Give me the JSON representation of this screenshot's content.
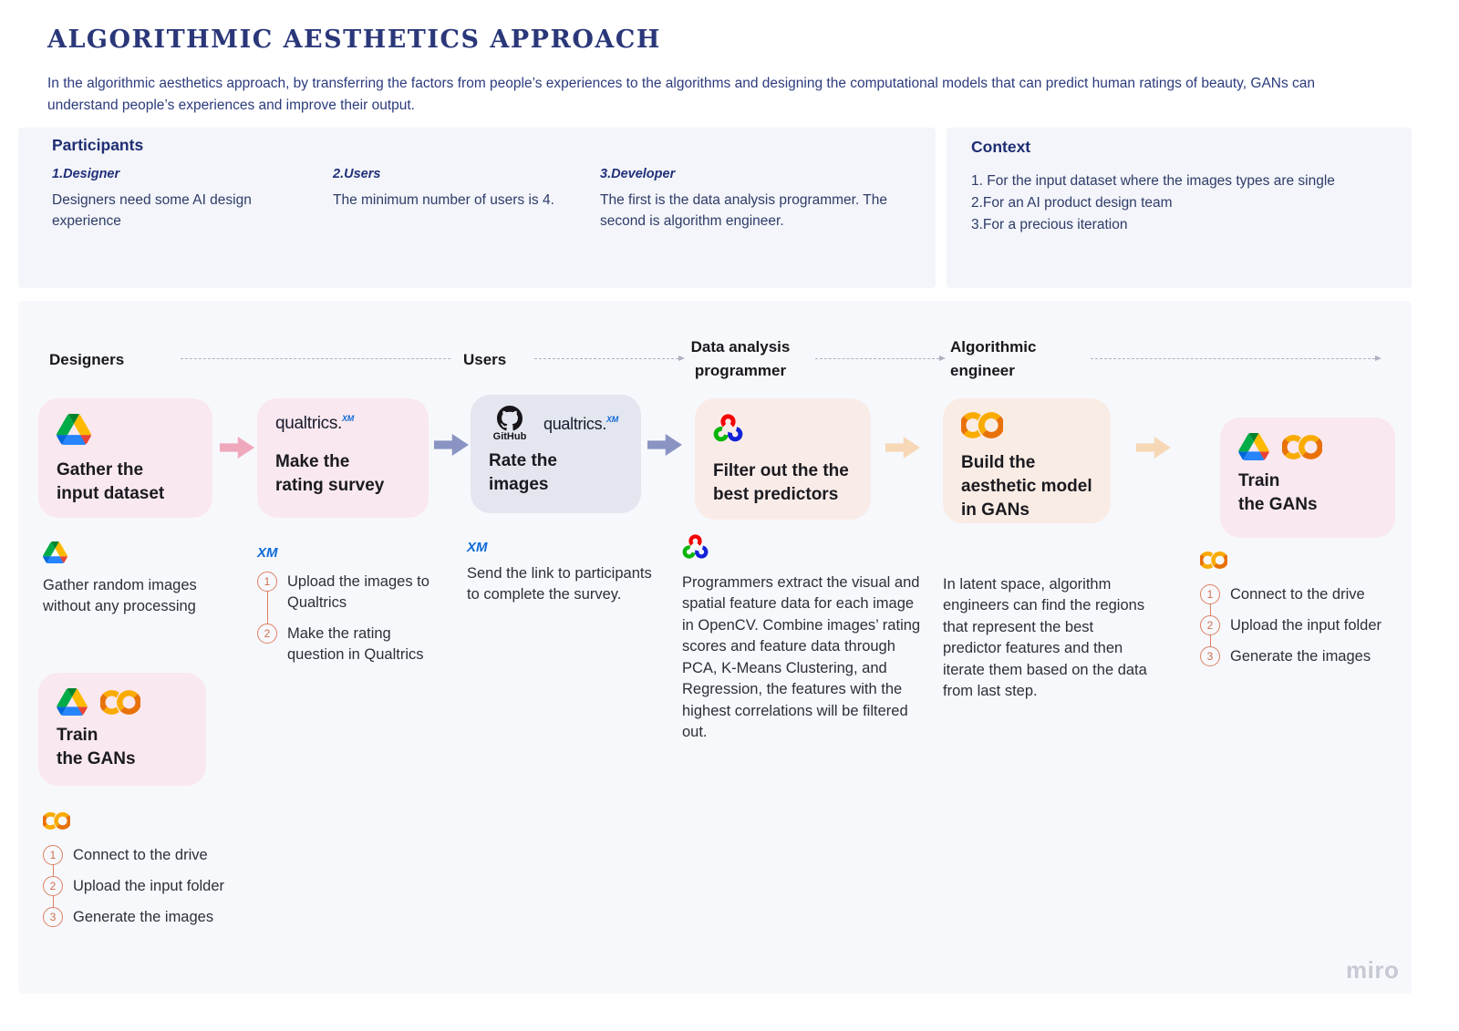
{
  "title": "ALGORITHMIC AESTHETICS APPROACH",
  "intro": "In the algorithmic aesthetics approach, by transferring the factors from people’s experiences to the algorithms and designing the computational models that can predict human ratings of beauty, GANs can understand people’s experiences and improve their output.",
  "participants": {
    "heading": "Participants",
    "items": [
      {
        "label": "1.Designer",
        "text": "Designers need some AI design experience"
      },
      {
        "label": "2.Users",
        "text": " The minimum number of users is 4."
      },
      {
        "label": "3.Developer",
        "text": "The first is the data analysis programmer. The second is algorithm engineer."
      }
    ]
  },
  "context": {
    "heading": "Context",
    "items": [
      "1. For the input dataset where the images types are single",
      "2.For an AI product design team",
      "3.For a precious iteration"
    ]
  },
  "lanes": [
    {
      "label": "Designers"
    },
    {
      "label": "Users"
    },
    {
      "label": "Data analysis\nprogrammer"
    },
    {
      "label": "Algorithmic\nengineer"
    }
  ],
  "logos": {
    "github": "GitHub",
    "qualtrics": "qualtrics.",
    "xm_sup": "XM",
    "xm": "XM"
  },
  "icons": [
    "google-drive-icon",
    "google-colab-icon",
    "opencv-icon",
    "github-icon",
    "qualtrics-xm-logo"
  ],
  "cards": {
    "gather": {
      "title": "Gather the\ninput dataset"
    },
    "survey": {
      "title": "Make the\nrating survey"
    },
    "rate": {
      "title": "Rate the\nimages"
    },
    "filter": {
      "title": "Filter out the the\nbest predictors"
    },
    "build": {
      "title": "Build the\naesthetic model\nin GANs"
    },
    "train_right": {
      "title": "Train\nthe GANs"
    },
    "train_left": {
      "title": "Train\nthe GANs"
    }
  },
  "notes": {
    "gather": "Gather random images without any processing",
    "rate": "Send the link to participants to complete the survey.",
    "filter": "Programmers extract the visual and spatial feature data for each image in OpenCV. Combine images’ rating scores and feature data through PCA, K-Means Clustering, and Regression, the features with the highest correlations will be filtered out.",
    "build": "In latent space, algorithm engineers can find the regions that represent the best predictor features and then iterate them based on the data from last step."
  },
  "survey_steps": [
    {
      "num": "1",
      "text": "Upload the images to Qualtrics"
    },
    {
      "num": "2",
      "text": "Make the rating question in Qualtrics"
    }
  ],
  "colab_steps": [
    {
      "num": "1",
      "text": "Connect to the drive"
    },
    {
      "num": "2",
      "text": "Upload the input folder"
    },
    {
      "num": "3",
      "text": "Generate the images"
    }
  ],
  "watermark": "miro",
  "colors": {
    "title_navy": "#2a3779",
    "panel_bg": "#f3f5fa",
    "flow_bg": "#f7f8fc",
    "card_pink": "#f9e8ef",
    "card_lavender": "#e4e6ef",
    "card_peach": "#f9ece4",
    "arrow_pink": "#f0a9bc",
    "arrow_periwinkle": "#8a94c3",
    "arrow_peach": "#f6d8b6",
    "step_accent": "#dd8060",
    "xm_blue": "#0e6bd7"
  }
}
